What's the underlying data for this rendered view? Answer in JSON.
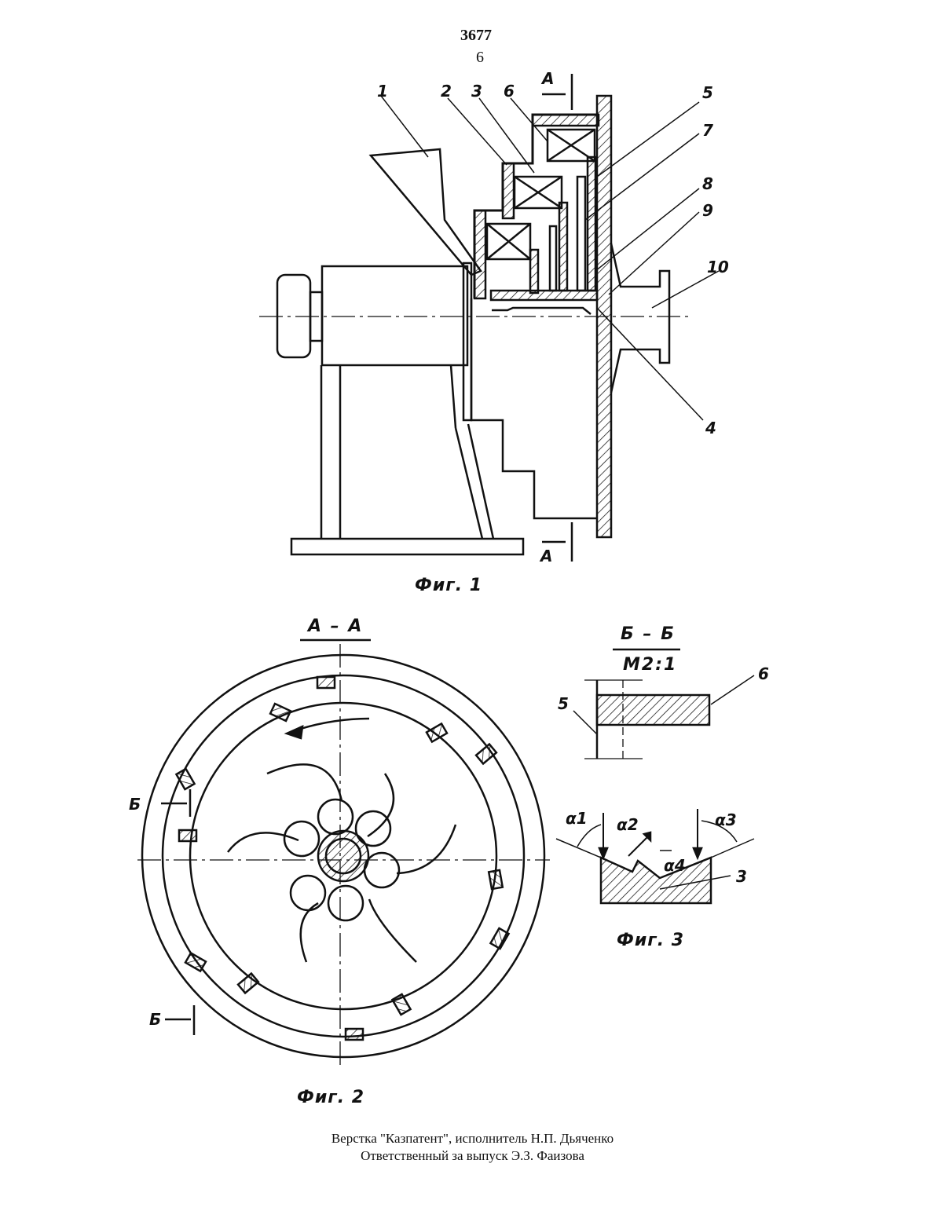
{
  "header": {
    "patent_number": "3677",
    "page_number": "6"
  },
  "fig1": {
    "caption": "Фиг. 1",
    "section_marker": "А",
    "labels": [
      "1",
      "2",
      "3",
      "6",
      "5",
      "7",
      "8",
      "9",
      "10",
      "4"
    ]
  },
  "fig2": {
    "caption": "Фиг. 2",
    "section_title": "А – А",
    "cut_marker": "Б"
  },
  "fig_bb": {
    "section_title": "Б – Б",
    "scale": "М2:1",
    "labels": [
      "5",
      "6"
    ]
  },
  "fig3": {
    "caption": "Фиг. 3",
    "angles": [
      "α1",
      "α2",
      "α3",
      "α4"
    ],
    "label": "3"
  },
  "footer": {
    "line1": "Верстка \"Казпатент\", исполнитель Н.П. Дьяченко",
    "line2": "Ответственный за выпуск Э.З. Фаизова"
  }
}
